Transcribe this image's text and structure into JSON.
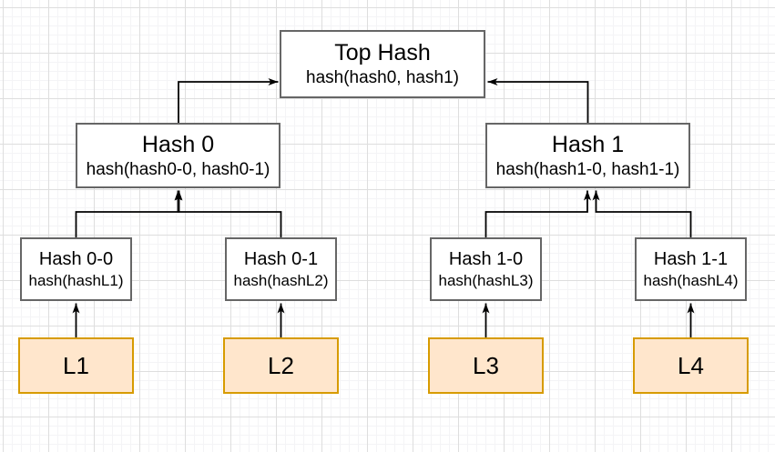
{
  "nodes": {
    "top": {
      "title": "Top Hash",
      "subtitle": "hash(hash0, hash1)"
    },
    "hash0": {
      "title": "Hash 0",
      "subtitle": "hash(hash0-0, hash0-1)"
    },
    "hash1": {
      "title": "Hash 1",
      "subtitle": "hash(hash1-0, hash1-1)"
    },
    "hash00": {
      "title": "Hash 0-0",
      "subtitle": "hash(hashL1)"
    },
    "hash01": {
      "title": "Hash 0-1",
      "subtitle": "hash(hashL2)"
    },
    "hash10": {
      "title": "Hash 1-0",
      "subtitle": "hash(hashL3)"
    },
    "hash11": {
      "title": "Hash 1-1",
      "subtitle": "hash(hashL4)"
    },
    "leaf1": {
      "label": "L1"
    },
    "leaf2": {
      "label": "L2"
    },
    "leaf3": {
      "label": "L3"
    },
    "leaf4": {
      "label": "L4"
    }
  },
  "edges": [
    {
      "from": "hash0",
      "to": "top"
    },
    {
      "from": "hash1",
      "to": "top"
    },
    {
      "from": "hash00",
      "to": "hash0"
    },
    {
      "from": "hash01",
      "to": "hash0"
    },
    {
      "from": "hash10",
      "to": "hash1"
    },
    {
      "from": "hash11",
      "to": "hash1"
    },
    {
      "from": "leaf1",
      "to": "hash00"
    },
    {
      "from": "leaf2",
      "to": "hash01"
    },
    {
      "from": "leaf3",
      "to": "hash10"
    },
    {
      "from": "leaf4",
      "to": "hash11"
    }
  ],
  "colors": {
    "node_fill": "#ffffff",
    "node_border": "#666666",
    "leaf_fill": "#ffe6cc",
    "leaf_border": "#d79b00",
    "arrow_color": "#000000",
    "grid_minor": "#f4f4f6",
    "grid_major": "#dedede"
  }
}
